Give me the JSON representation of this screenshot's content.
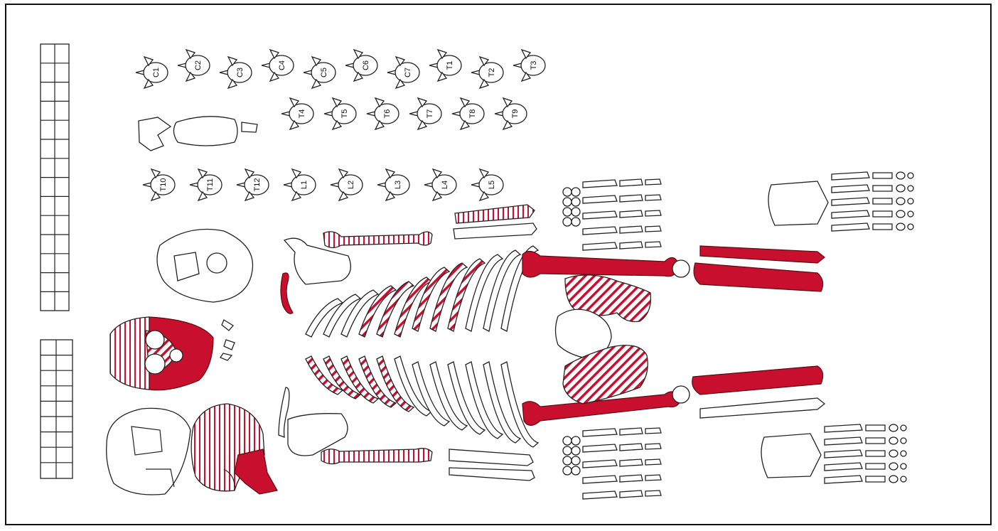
{
  "diagram": {
    "vertebrae_labels": {
      "row1": [
        "C1",
        "C2",
        "C3",
        "C4",
        "C5",
        "C6",
        "C7",
        "T1",
        "T2",
        "T3"
      ],
      "row2": [
        "T4",
        "T5",
        "T6",
        "T7",
        "T8",
        "T9"
      ],
      "row3": [
        "T10",
        "T11",
        "T12",
        "L1",
        "L2",
        "L3",
        "L4",
        "L5"
      ]
    },
    "colors": {
      "present": "#c8102e",
      "outline": "#222222",
      "background": "#ffffff"
    }
  }
}
